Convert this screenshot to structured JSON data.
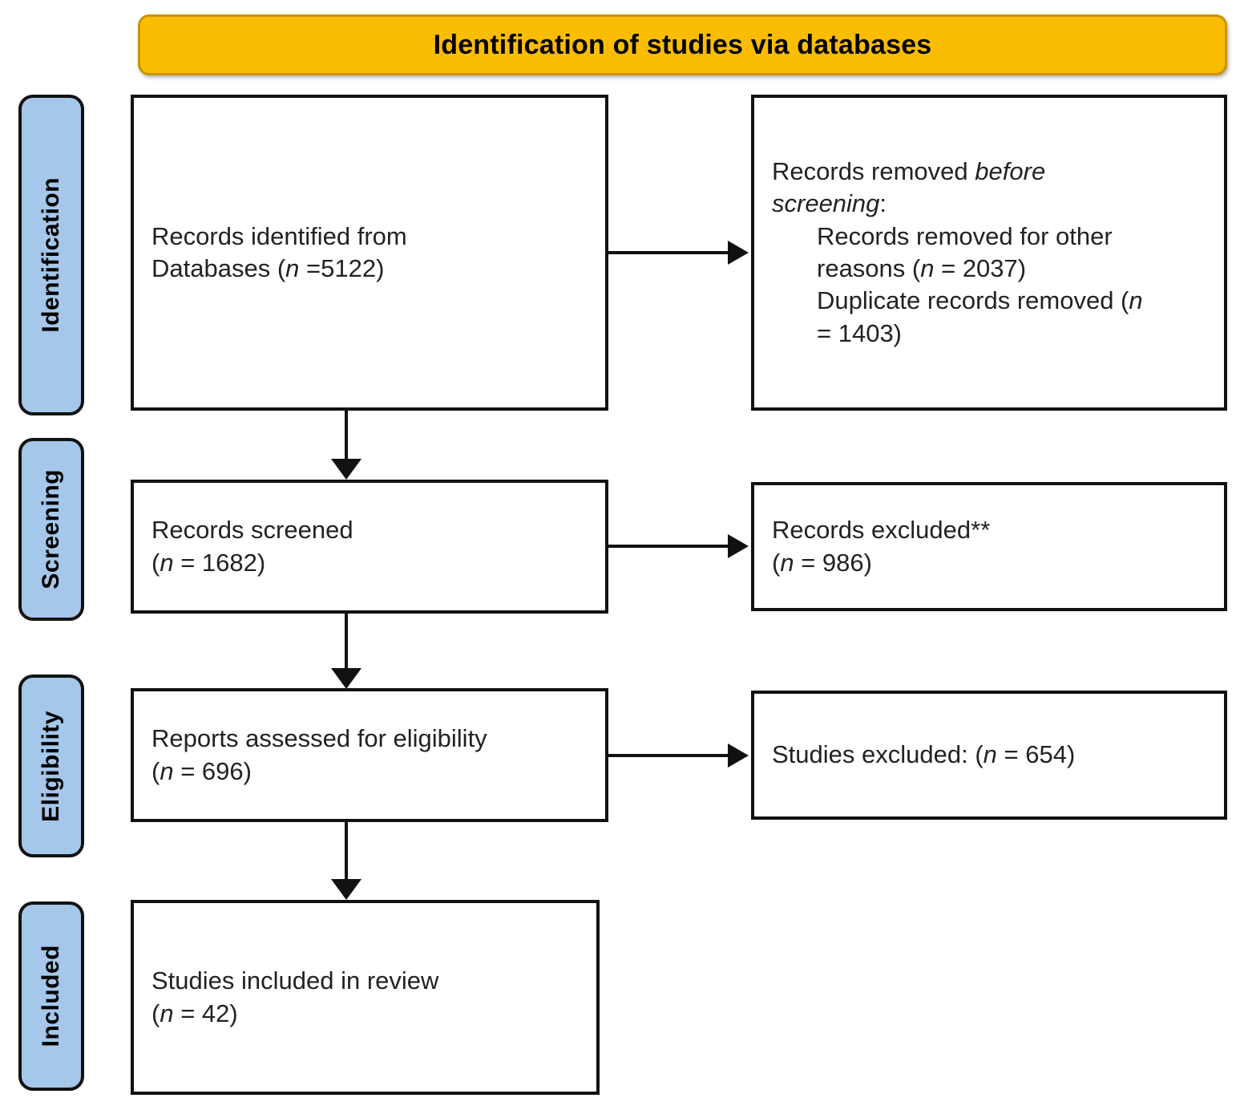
{
  "banner": {
    "title": "Identification of studies via databases"
  },
  "stages": [
    {
      "id": "identification",
      "label": "Identification"
    },
    {
      "id": "screening",
      "label": "Screening"
    },
    {
      "id": "eligibility",
      "label": "Eligibility"
    },
    {
      "id": "included",
      "label": "Included"
    }
  ],
  "boxes": {
    "identified": {
      "line1": "Records identified from",
      "line2_prefix": "Databases (",
      "line2_italic": "n",
      "line2_suffix": " =5122)"
    },
    "removed_before": {
      "line1_prefix": "Records removed ",
      "line1_italic": "before",
      "line2_italic": "screening",
      "line2_suffix": ":",
      "sub1_line1": "Records removed for other",
      "sub1_line2_prefix": "reasons (",
      "sub1_line2_italic": "n",
      "sub1_line2_suffix": " = 2037)",
      "sub2_line1_prefix": "Duplicate records removed (",
      "sub2_line1_italic": "n",
      "sub2_line2": "= 1403)"
    },
    "screened": {
      "line1": "Records screened",
      "line2_prefix": "(",
      "line2_italic": "n",
      "line2_suffix": " = 1682)"
    },
    "excluded": {
      "line1": "Records excluded**",
      "line2_prefix": "(",
      "line2_italic": "n",
      "line2_suffix": " = 986)"
    },
    "eligible": {
      "line1": "Reports assessed for eligibility",
      "line2_prefix": "(",
      "line2_italic": "n",
      "line2_suffix": " = 696)"
    },
    "studies_excluded": {
      "line1_prefix": "Studies excluded: (",
      "line1_italic": "n",
      "line1_suffix": " = 654)"
    },
    "included": {
      "line1": "Studies included in review",
      "line2_prefix": "(",
      "line2_italic": "n",
      "line2_suffix": " = 42)"
    }
  },
  "chart_data": {
    "type": "diagram",
    "title": "PRISMA 2020 flow diagram",
    "subtitle": "Identification of studies via databases",
    "nodes": [
      {
        "id": "identified",
        "stage": "Identification",
        "column": "left",
        "label": "Records identified from Databases",
        "n": 5122
      },
      {
        "id": "removed_before",
        "stage": "Identification",
        "column": "right",
        "label": "Records removed before screening",
        "n": null
      },
      {
        "id": "removed_other",
        "stage": "Identification",
        "column": "right",
        "label": "Records removed for other reasons",
        "n": 2037
      },
      {
        "id": "duplicates",
        "stage": "Identification",
        "column": "right",
        "label": "Duplicate records removed",
        "n": 1403
      },
      {
        "id": "screened",
        "stage": "Screening",
        "column": "left",
        "label": "Records screened",
        "n": 1682
      },
      {
        "id": "excluded",
        "stage": "Screening",
        "column": "right",
        "label": "Records excluded**",
        "n": 986
      },
      {
        "id": "eligible",
        "stage": "Eligibility",
        "column": "left",
        "label": "Reports assessed for eligibility",
        "n": 696
      },
      {
        "id": "studies_excluded",
        "stage": "Eligibility",
        "column": "right",
        "label": "Studies excluded",
        "n": 654
      },
      {
        "id": "included",
        "stage": "Included",
        "column": "left",
        "label": "Studies included in review",
        "n": 42
      }
    ],
    "edges": [
      {
        "from": "identified",
        "to": "removed_before",
        "direction": "right"
      },
      {
        "from": "identified",
        "to": "screened",
        "direction": "down"
      },
      {
        "from": "screened",
        "to": "excluded",
        "direction": "right"
      },
      {
        "from": "screened",
        "to": "eligible",
        "direction": "down"
      },
      {
        "from": "eligible",
        "to": "studies_excluded",
        "direction": "right"
      },
      {
        "from": "eligible",
        "to": "included",
        "direction": "down"
      }
    ],
    "colors": {
      "banner": "#FBBC04",
      "banner_border": "#C99400",
      "stage_pill": "#A4C7EA",
      "box_border": "#111111",
      "box_fill": "#FFFFFF",
      "text": "#222222"
    }
  }
}
